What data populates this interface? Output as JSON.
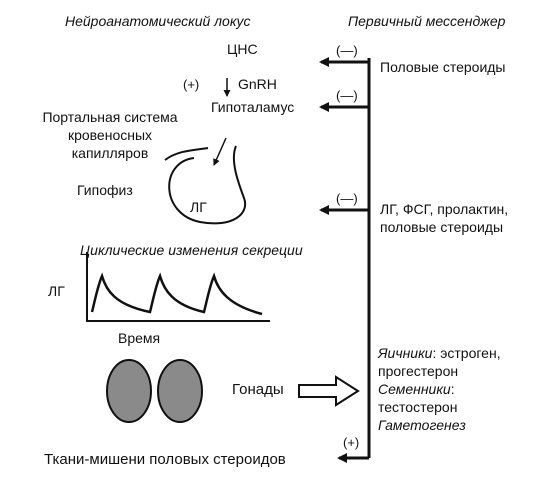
{
  "headers": {
    "left": "Нейроанатомический локус",
    "right": "Первичный мессенджер"
  },
  "locus": {
    "cns": "ЦНС",
    "plus_1": "(+)",
    "gnrh": "GnRH",
    "hypothalamus": "Гипоталамус",
    "portal_system": [
      "Портальная система",
      "кровеносных",
      "капилляров"
    ],
    "pituitary": "Гипофиз",
    "lh_in_pituitary": "ЛГ"
  },
  "secretion_chart": {
    "title": "Циклические изменения секреции",
    "ylabel": "ЛГ",
    "xlabel": "Время",
    "pulses": 3
  },
  "gonads": {
    "label": "Гонады"
  },
  "target": {
    "label": "Ткани-мишени половых стероидов",
    "sign": "(+)"
  },
  "messengers": {
    "feedback_1": {
      "sign": "(—)",
      "text": "Половые стероиды"
    },
    "feedback_2": {
      "sign": "(—)"
    },
    "feedback_3": {
      "sign": "(—)",
      "lines": [
        "ЛГ, ФСГ, пролактин,",
        "половые стероиды"
      ]
    },
    "gonad_output": [
      {
        "italic": "Яичники",
        "rest": ": эстроген,"
      },
      {
        "italic": "",
        "rest": "прогестерон"
      },
      {
        "italic": "Семенники",
        "rest": ":"
      },
      {
        "italic": "",
        "rest": "тестостерон"
      },
      {
        "italic": "Гаметогенез",
        "rest": ""
      }
    ]
  },
  "colors": {
    "ink": "#111111",
    "gonad_fill": "#8a8a8a",
    "background": "#ffffff"
  }
}
